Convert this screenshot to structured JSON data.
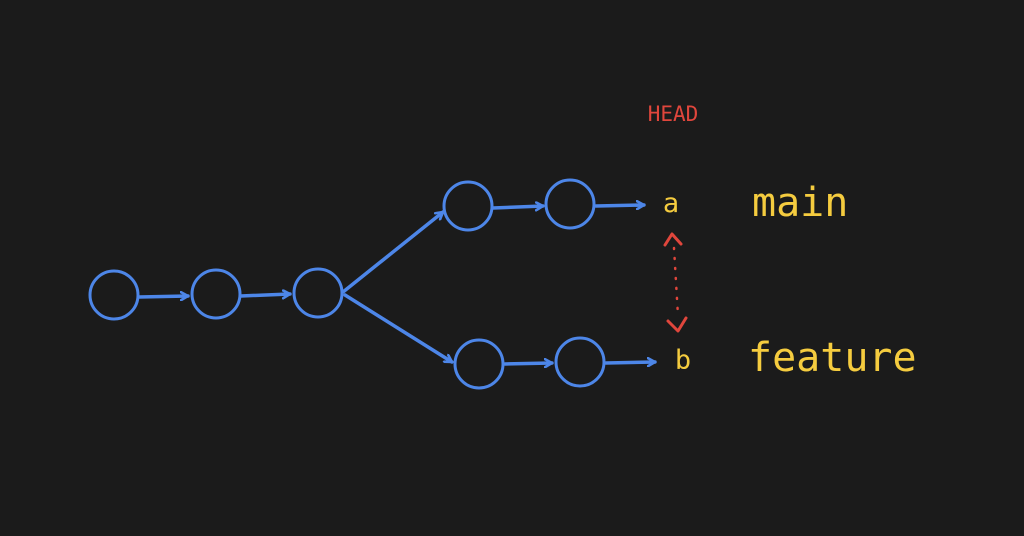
{
  "colors": {
    "background": "#1b1b1b",
    "commit": "#4d86e8",
    "label": "#f5cc3f",
    "head": "#e0463c"
  },
  "head": {
    "label": "HEAD"
  },
  "commits": {
    "a": {
      "label": "a"
    },
    "b": {
      "label": "b"
    }
  },
  "branches": {
    "main": "main",
    "feature": "feature"
  }
}
